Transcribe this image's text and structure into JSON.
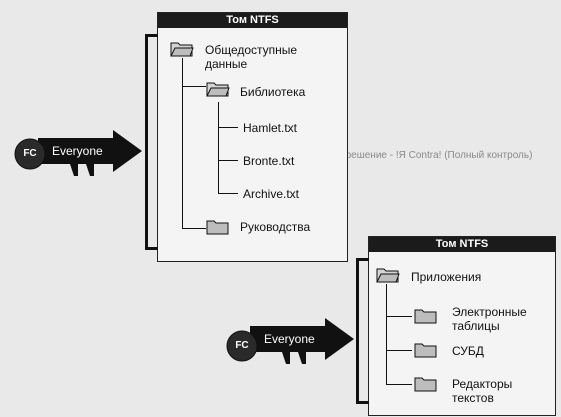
{
  "background_text": {
    "line": "разрешение - !Я Contra! (Полный контроль)"
  },
  "volume1": {
    "title": "Том NTFS",
    "root_folder": "Общедоступные данные",
    "items": {
      "library": "Библиотека",
      "file1": "Hamlet.txt",
      "file2": "Bronte.txt",
      "file3": "Archive.txt",
      "guides": "Руководства"
    }
  },
  "volume2": {
    "title": "Том NTFS",
    "root_folder": "Приложения",
    "items": {
      "spreadsheets": "Электронные таблицы",
      "dbms": "СУБД",
      "editors": "Редакторы текстов"
    }
  },
  "arrow1": {
    "circle_label": "FC",
    "group_label": "Everyone"
  },
  "arrow2": {
    "circle_label": "FC",
    "group_label": "Everyone"
  },
  "colors": {
    "background": "#e9e9e9",
    "title_bar": "#1b1b1b",
    "folder_fill": "#bdbdbd"
  }
}
